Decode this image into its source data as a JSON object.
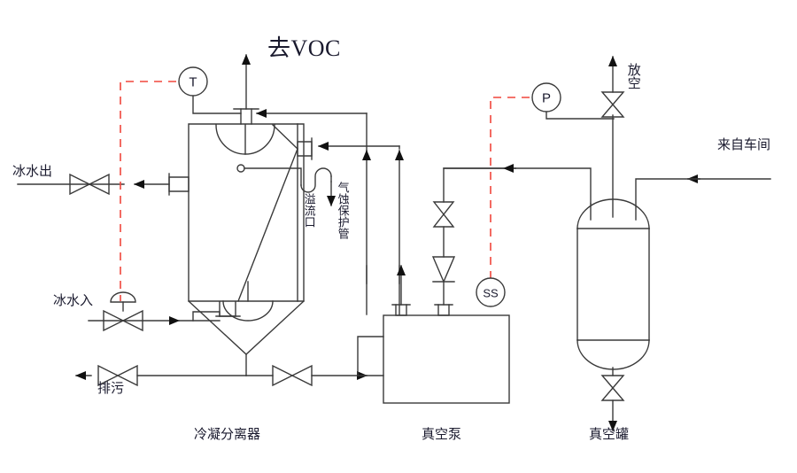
{
  "diagram": {
    "title": "去VOC",
    "stream_labels": {
      "to_voc": "去VOC",
      "chilled_water_out": "冰水出",
      "chilled_water_in": "冰水入",
      "blowdown": "排污",
      "overflow_port": "溢流口",
      "cavitation_protection_pipe": "气蚀保护管",
      "vent": "放空",
      "from_workshop": "来自车间"
    },
    "equipment_labels": {
      "condensate_separator": "冷凝分离器",
      "vacuum_pump": "真空泵",
      "vacuum_tank": "真空罐"
    },
    "instruments": [
      {
        "tag": "T",
        "name": "temperature-indicator"
      },
      {
        "tag": "P",
        "name": "pressure-indicator"
      },
      {
        "tag": "SS",
        "name": "speed-switch"
      }
    ],
    "colors": {
      "line": "#3a3a3a",
      "signal": "#f0463c",
      "text": "#1a1a2e",
      "background": "#ffffff"
    }
  }
}
